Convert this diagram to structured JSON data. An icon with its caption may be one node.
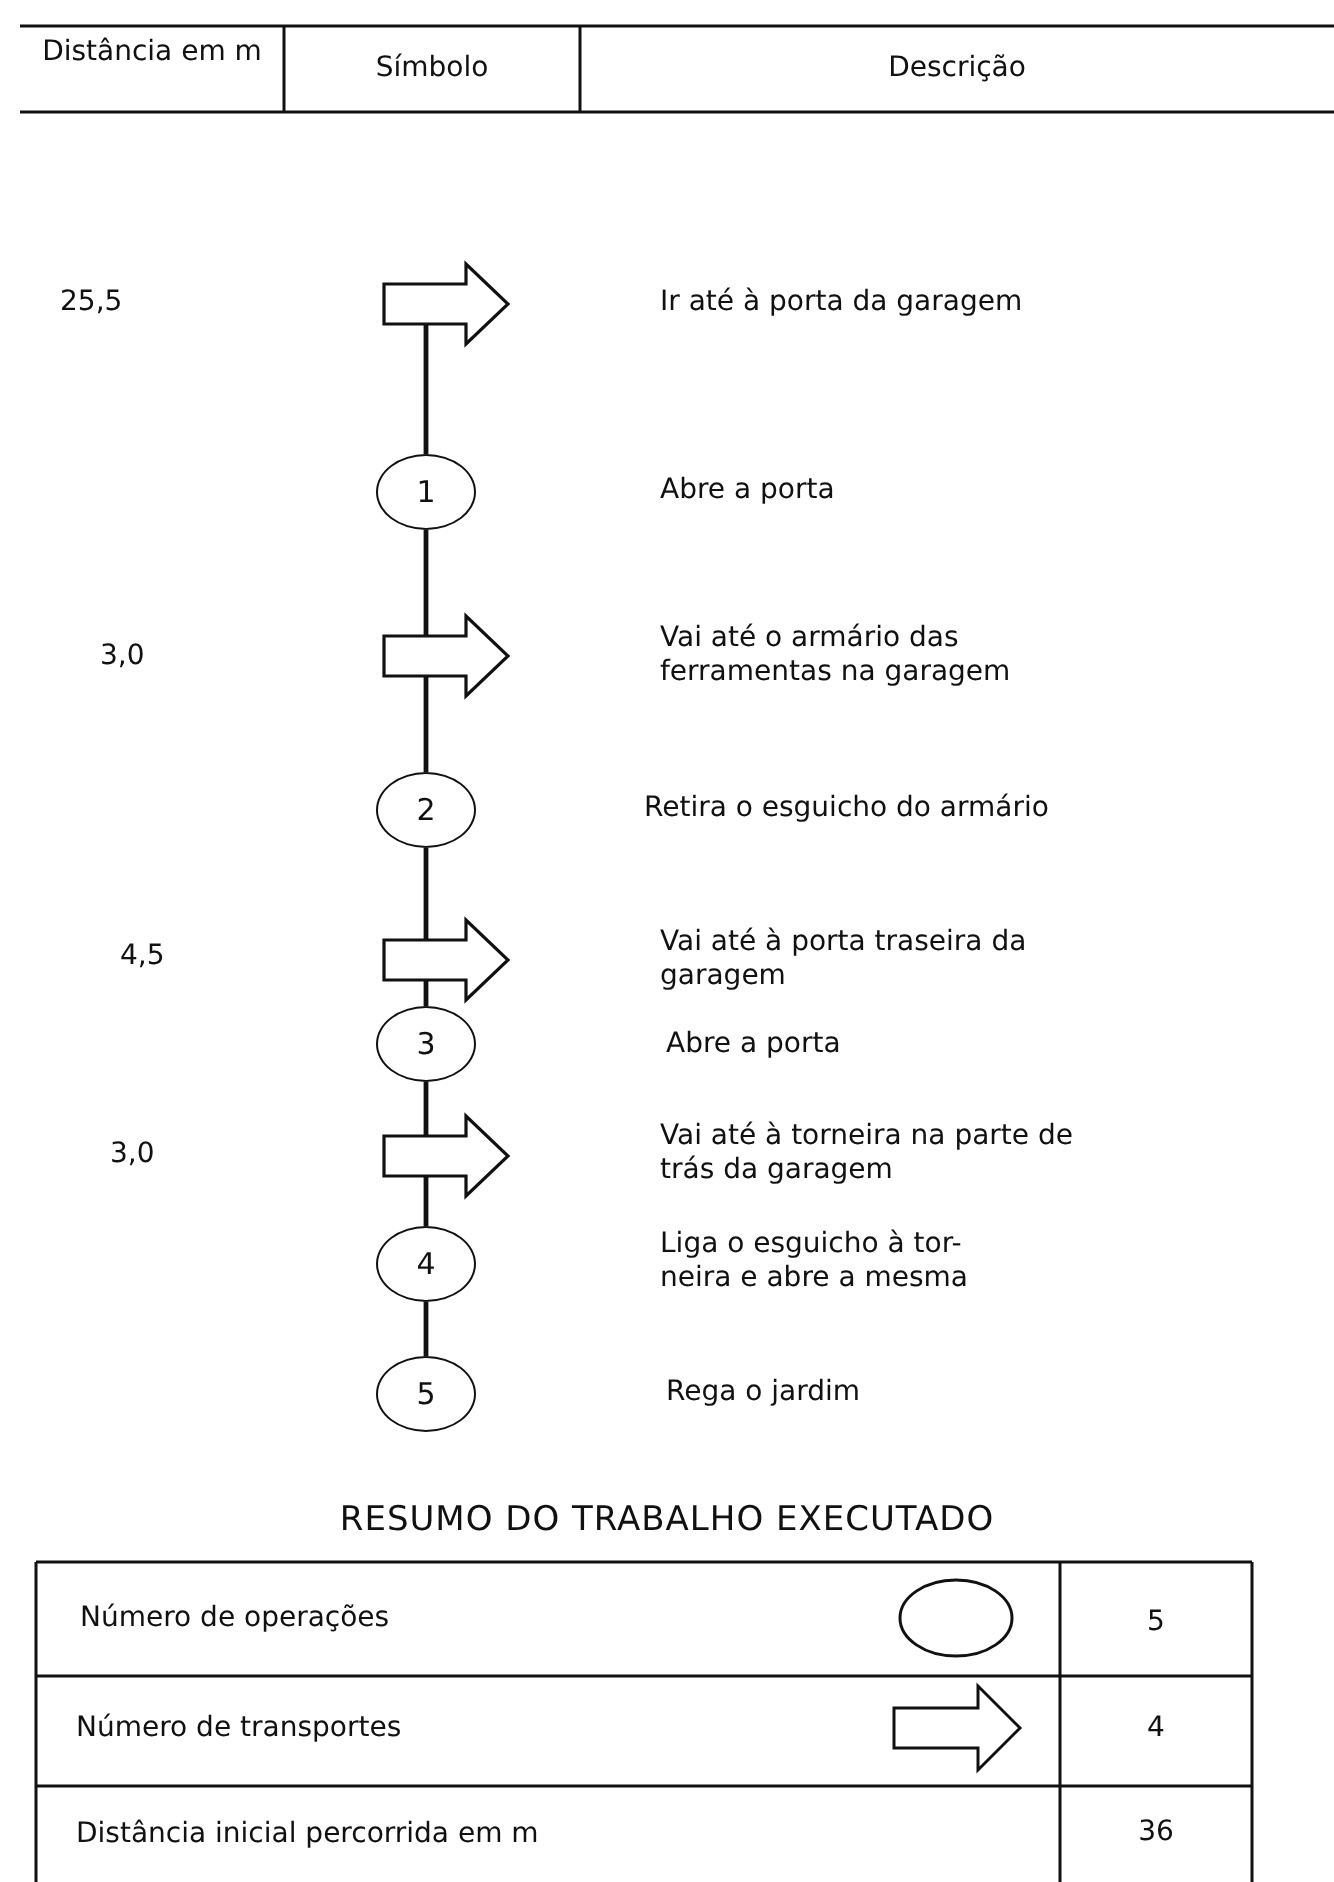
{
  "diagram": {
    "nodes": [
      {
        "text": [],
        "shape": "arrow"
      },
      {
        "text": [
          "1"
        ]
      },
      {
        "text": [],
        "shape": "arrow"
      },
      {
        "text": [
          "2"
        ]
      },
      {
        "text": [],
        "shape": "arrow"
      },
      {
        "text": [
          "3"
        ]
      },
      {
        "text": [],
        "shape": "arrow"
      },
      {
        "text": [
          "4"
        ]
      },
      {
        "text": [
          "5"
        ]
      }
    ],
    "edges": [
      {
        "from": 0,
        "to": 1,
        "arrow": "none"
      },
      {
        "from": 1,
        "to": 2,
        "arrow": "none"
      },
      {
        "from": 2,
        "to": 3,
        "arrow": "none"
      },
      {
        "from": 3,
        "to": 4,
        "arrow": "none"
      },
      {
        "from": 4,
        "to": 5,
        "arrow": "none"
      },
      {
        "from": 5,
        "to": 6,
        "arrow": "none"
      },
      {
        "from": 6,
        "to": 7,
        "arrow": "none"
      },
      {
        "from": 7,
        "to": 8,
        "arrow": "none"
      }
    ],
    "labels": [
      "Distância em m",
      "Símbolo",
      "Descrição",
      "25,5",
      "Ir até à porta da garagem",
      "Abre a porta",
      "3,0",
      "Vai até o armário das ferramentas na garagem",
      "Retira o esguicho do armário",
      "4,5",
      "Vai até à porta traseira da garagem",
      "Abre a porta",
      "3,0",
      "Vai até à torneira na parte de trás da garagem",
      "Liga o esguicho à tor- neira e abre a mesma",
      "Rega o jardim",
      "RESUMO DO TRABALHO EXECUTADO",
      "Número de operações",
      "5",
      "Número de transportes",
      "4",
      "Distância inicial percorrida em m",
      "36"
    ]
  }
}
